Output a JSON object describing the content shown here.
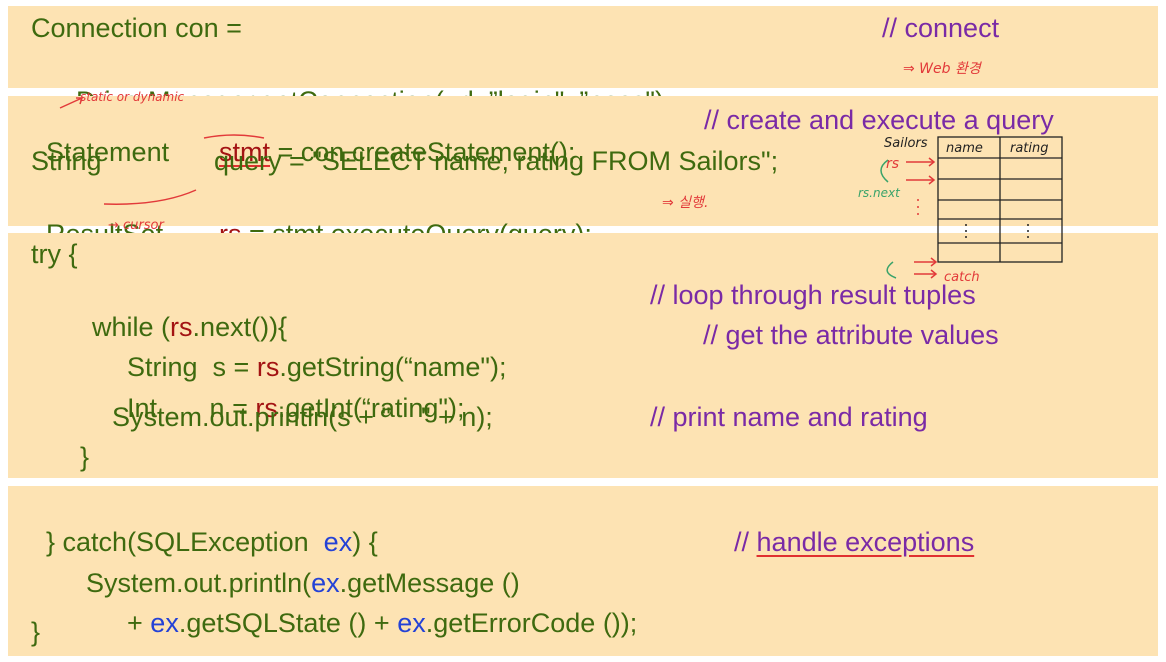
{
  "block1": {
    "line1_code": "Connection con =",
    "line1_comment": "// connect",
    "line2_obj": "DriverManager.",
    "line2_method": "getConnection",
    "line2_args": "(url, ”login\", ”pass\");"
  },
  "block2": {
    "line1_type": "Statement",
    "line1_var": "stmt",
    "line1_rest": " = con.createStatement();",
    "line1_comment": "// create and execute a query",
    "line2_type": "String",
    "line2_rest": "query = \"SELECT name, rating FROM Sailors\";",
    "line3_type": "ResultSet",
    "line3_var": "rs",
    "line3_rest": " = stmt.executeQuery(query);"
  },
  "block3": {
    "try_open": "try {",
    "while_kw": "while (",
    "while_var": "rs",
    "while_rest": ".next()){",
    "while_comment": "// loop through result tuples",
    "s_decl": "String  s = ",
    "s_var": "rs",
    "s_rest": ".getString(“name\");",
    "s_comment": "// get the attribute values",
    "n_decl": "Int       n = ",
    "n_var": "rs",
    "n_rest": ".getInt(“rating\");",
    "print": "System.out.println(s + \"    \" + n);",
    "print_comment": "// print name and rating",
    "close_brace": "}"
  },
  "block4": {
    "catch_open": "} catch(SQLException  ",
    "catch_var": "ex",
    "catch_close": ") {",
    "catch_comment_slash": "// ",
    "catch_comment": "handle exceptions",
    "msg_prefix": "System.out.println(",
    "msg_var": "ex",
    "msg_rest": ".getMessage ()",
    "plus1": "+ ",
    "state_var": "ex",
    "state_rest": ".getSQLState () + ",
    "code_var": "ex",
    "code_rest": ".getErrorCode ());",
    "close_brace": "}"
  },
  "annotations": {
    "web_env": "⇒ Web 환경",
    "static_dynamic": "static or dynamic",
    "cursor": "→ cursor",
    "execute": "⇒ 실행.",
    "sailors": "Sailors",
    "rs_label": "rs",
    "rs_next": "rs.next",
    "catch_label": "catch",
    "col_name": "name",
    "col_rating": "rating"
  }
}
